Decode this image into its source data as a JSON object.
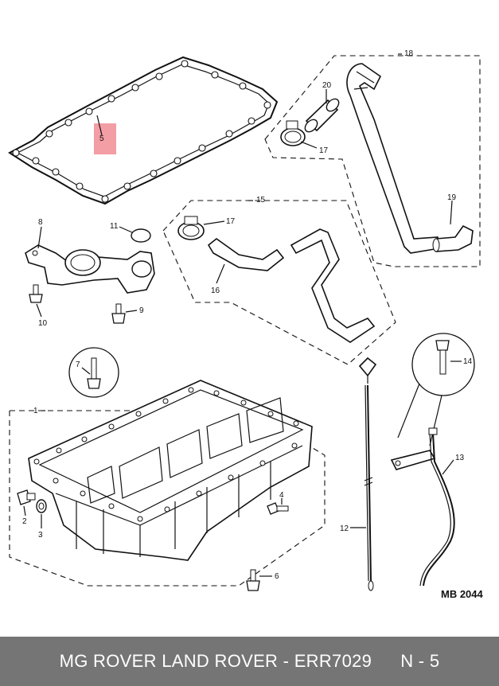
{
  "diagram": {
    "drawing_code": "MB 2044",
    "highlight_color": "#f2929a",
    "part_labels": [
      "1",
      "2",
      "3",
      "4",
      "5",
      "6",
      "7",
      "8",
      "9",
      "10",
      "11",
      "12",
      "13",
      "14",
      "15",
      "16",
      "17",
      "17",
      "18",
      "19",
      "20"
    ]
  },
  "footer": {
    "brand_and_part": "MG ROVER LAND ROVER - ERR7029",
    "page_ref": "N - 5",
    "background": "#757575"
  }
}
